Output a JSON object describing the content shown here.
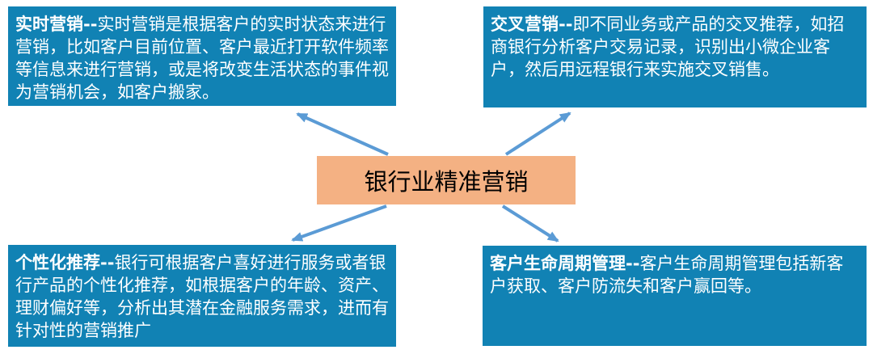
{
  "center_node": {
    "label": "银行业精准营销"
  },
  "nodes": [
    {
      "position": "top-left",
      "term": "实时营销",
      "separator": "--",
      "body": "实时营销是根据客户的实时状态来进行营销，比如客户目前位置、客户最近打开软件频率等信息来进行营销，或是将改变生活状态的事件视为营销机会，如客户搬家。"
    },
    {
      "position": "top-right",
      "term": "交叉营销",
      "separator": "--",
      "body": "即不同业务或产品的交叉推荐，如招商银行分析客户交易记录，识别出小微企业客户，然后用远程银行来实施交叉销售。"
    },
    {
      "position": "bottom-left",
      "term": "个性化推荐",
      "separator": "--",
      "body": "银行可根据客户喜好进行服务或者银行产品的个性化推荐，如根据客户的年龄、资产、理财偏好等，分析出其潜在金融服务需求，进而有针对性的营销推广"
    },
    {
      "position": "bottom-right",
      "term": "客户生命周期管理",
      "separator": "--",
      "body": "客户生命周期管理包括新客户获取、客户防流失和客户赢回等。"
    }
  ],
  "colors": {
    "node_background": "#1182B4",
    "node_text": "#FFFFFF",
    "center_background": "#F4B183",
    "center_text": "#000000",
    "arrow": "#5B9BD5",
    "page_background": "#FFFFFF"
  }
}
